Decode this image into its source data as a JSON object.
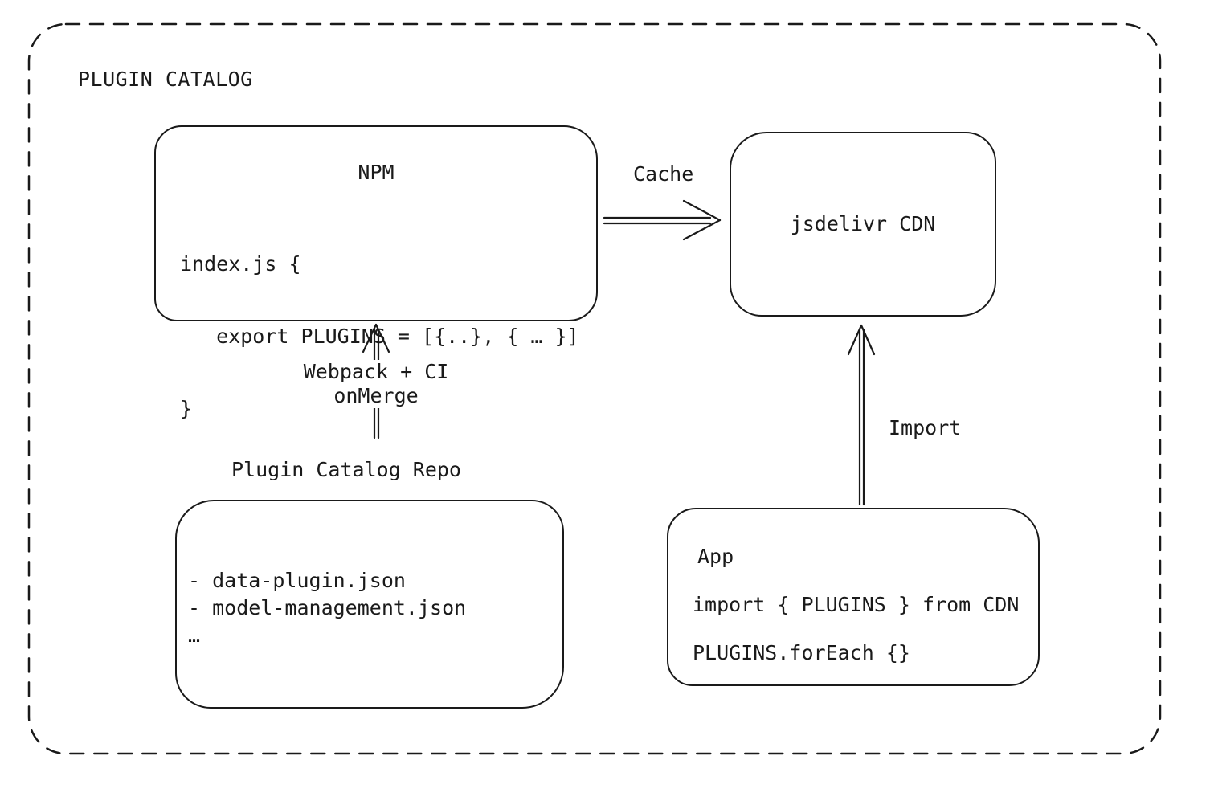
{
  "colors": {
    "stroke": "#1a1a1a",
    "background": "#ffffff"
  },
  "frame": {
    "title": "PLUGIN CATALOG"
  },
  "nodes": {
    "npm": {
      "title": "NPM",
      "code_lines": [
        "index.js {",
        "   export PLUGINS = [{..}, { … }]",
        "}"
      ]
    },
    "cdn": {
      "label": "jsdelivr CDN"
    },
    "repo": {
      "label": "Plugin Catalog Repo",
      "items": [
        "- data-plugin.json",
        "- model-management.json",
        "…"
      ]
    },
    "app": {
      "title": "App",
      "line1": "import { PLUGINS } from CDN",
      "line2": "PLUGINS.forEach {}"
    }
  },
  "edges": {
    "cache": "Cache",
    "build_line1": "Webpack + CI",
    "build_line2": "onMerge",
    "import": "Import"
  }
}
